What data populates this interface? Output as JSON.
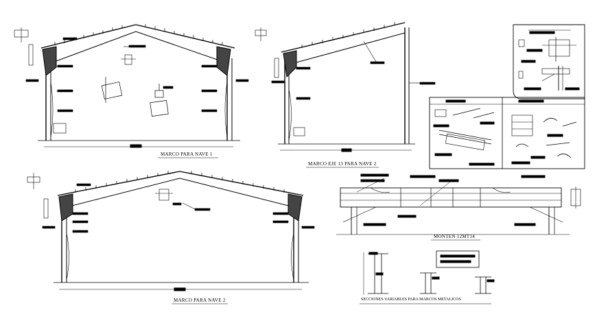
{
  "titles": {
    "nave1": "MARCO PARA NAVE 1",
    "eje13": "MARCO EJE 13 PARA NAVE 2",
    "nave2": "MARCO PARA NAVE 2",
    "monten": "MONTEN 12MT14",
    "secciones": "SECCIONES VARIABLES PARA MARCOS METALICOS"
  },
  "colors": {
    "line": "#000000",
    "background": "#ffffff"
  }
}
